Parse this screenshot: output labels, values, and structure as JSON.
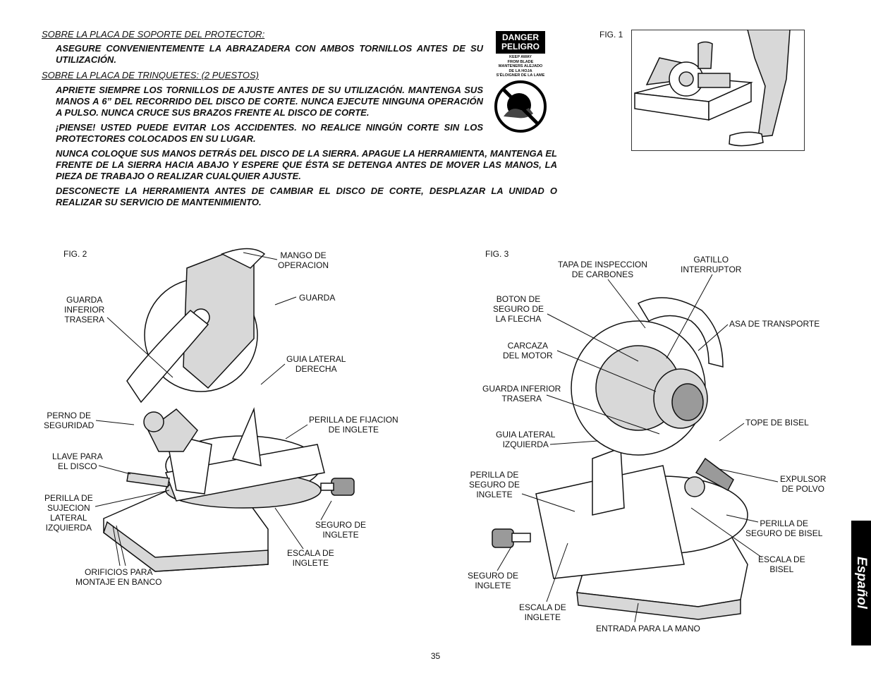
{
  "safety": {
    "guard_plate_title": "SOBRE LA PLACA DE SOPORTE DEL PROTECTOR:",
    "guard_plate_text": "ASEGURE CONVENIENTEMENTE LA ABRAZADERA CON AMBOS TORNILLOS ANTES DE SU UTILIZACIÓN.",
    "ratchet_plate_title": "SOBRE LA PLACA DE TRINQUETES: (2 PUESTOS)",
    "ratchet_text_1": "APRIETE SIEMPRE LOS TORNILLOS DE AJUSTE ANTES DE SU UTILIZACIÓN. MANTENGA SUS MANOS A 6” DEL RECORRIDO DEL DISCO DE CORTE. NUNCA EJECUTE NINGUNA OPERACIÓN A PULSO. NUNCA CRUCE SUS BRAZOS FRENTE AL DISCO DE CORTE.",
    "ratchet_text_2": "¡PIENSE! USTED PUEDE EVITAR LOS ACCIDENTES. NO REALICE NINGÚN CORTE SIN LOS PROTECTORES COLOCADOS EN SU LUGAR.",
    "ratchet_text_3": "NUNCA COLOQUE SUS MANOS DETRÁS DEL DISCO DE LA SIERRA. APAGUE LA HERRAMIENTA, MANTENGA EL FRENTE DE LA SIERRA HACIA ABAJO Y ESPERE QUE ÉSTA SE DETENGA ANTES DE MOVER LAS MANOS, LA PIEZA DE TRABAJO O REALIZAR CUALQUIER AJUSTE.",
    "ratchet_text_4": "DESCONECTE LA HERRAMIENTA ANTES DE CAMBIAR EL DISCO DE CORTE, DESPLAZAR LA UNIDAD O REALIZAR SU SERVICIO DE MANTENIMIENTO."
  },
  "danger_label": {
    "line1": "DANGER",
    "line2": "PELIGRO",
    "sub1": "KEEP AWAY",
    "sub2": "FROM BLADE",
    "sub3": "MANTENERS ALEJADO",
    "sub4": "DE LA HOJA",
    "sub5": "S'ÉLOIGNER DE LA LAME"
  },
  "fig1": {
    "title": "FIG. 1"
  },
  "fig2": {
    "title": "FIG. 2",
    "labels": {
      "mango1": "MANGO DE",
      "mango2": "OPERACION",
      "gif1": "GUARDA",
      "gif2": "INFERIOR",
      "gif3": "TRASERA",
      "guarda": "GUARDA",
      "guia1": "GUIA LATERAL",
      "guia2": "DERECHA",
      "perno1": "PERNO DE",
      "perno2": "SEGURIDAD",
      "perilla_fij1": "PERILLA DE FIJACION",
      "perilla_fij2": "DE INGLETE",
      "llave1": "LLAVE PARA",
      "llave2": "EL DISCO",
      "suj1": "PERILLA DE",
      "suj2": "SUJECION",
      "suj3": "LATERAL",
      "suj4": "IZQUIERDA",
      "seg1": "SEGURO DE",
      "seg2": "INGLETE",
      "esc1": "ESCALA DE",
      "esc2": "INGLETE",
      "ori1": "ORIFICIOS PARA",
      "ori2": "MONTAJE EN BANCO"
    }
  },
  "fig3": {
    "title": "FIG. 3",
    "labels": {
      "tapa1": "TAPA DE INSPECCION",
      "tapa2": "DE CARBONES",
      "gat1": "GATILLO",
      "gat2": "INTERRUPTOR",
      "bot1": "BOTON DE",
      "bot2": "SEGURO DE",
      "bot3": "LA FLECHA",
      "asa": "ASA DE TRANSPORTE",
      "carc1": "CARCAZA",
      "carc2": "DEL MOTOR",
      "gif1": "GUARDA INFERIOR",
      "gif2": "TRASERA",
      "tope": "TOPE DE BISEL",
      "guia1": "GUIA LATERAL",
      "guia2": "IZQUIERDA",
      "psi1": "PERILLA DE",
      "psi2": "SEGURO DE",
      "psi3": "INGLETE",
      "exp1": "EXPULSOR",
      "exp2": "DE POLVO",
      "psb1": "PERILLA DE",
      "psb2": "SEGURO DE BISEL",
      "seg1": "SEGURO DE",
      "seg2": "INGLETE",
      "escb1": "ESCALA DE",
      "escb2": "BISEL",
      "esci1": "ESCALA DE",
      "esci2": "INGLETE",
      "entrada": "ENTRADA PARA LA MANO"
    }
  },
  "page_number": "35",
  "side_tab": "Español"
}
